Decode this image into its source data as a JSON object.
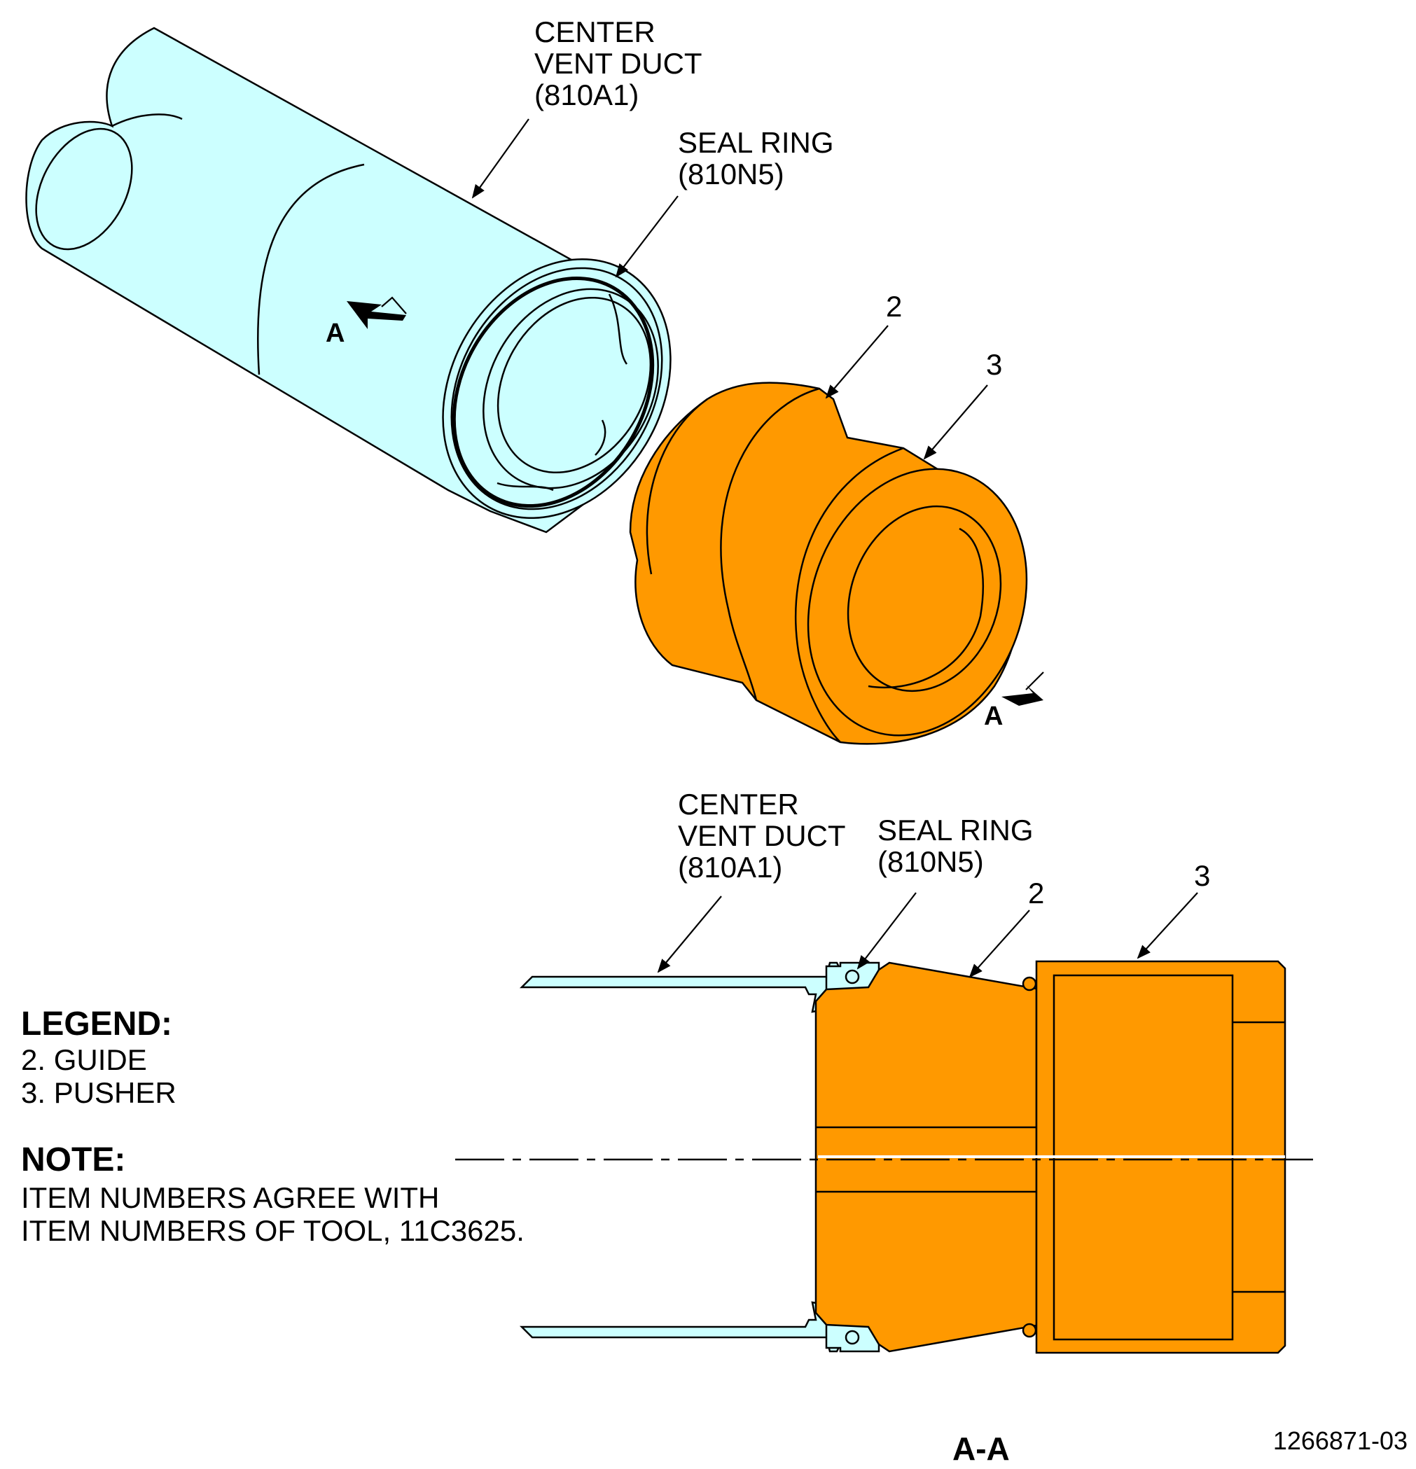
{
  "top_view": {
    "duct_label": [
      "CENTER",
      "VENT DUCT",
      "(810A1)"
    ],
    "seal_label": [
      "SEAL RING",
      "(810N5)"
    ],
    "item_guide": "2",
    "item_pusher": "3",
    "section_mark": "A"
  },
  "section_view": {
    "duct_label": [
      "CENTER",
      "VENT DUCT",
      "(810A1)"
    ],
    "seal_label": [
      "SEAL RING",
      "(810N5)"
    ],
    "item_guide": "2",
    "item_pusher": "3",
    "section_title": "A-A"
  },
  "legend": {
    "title": "LEGEND:",
    "items": [
      "2. GUIDE",
      "3. PUSHER"
    ]
  },
  "note": {
    "title": "NOTE:",
    "lines": [
      "ITEM NUMBERS AGREE WITH",
      "ITEM NUMBERS OF TOOL, 11C3625."
    ]
  },
  "figure_id": "1266871-03",
  "colors": {
    "duct": "#ccffff",
    "tool": "#ff9900",
    "line": "#000000"
  }
}
